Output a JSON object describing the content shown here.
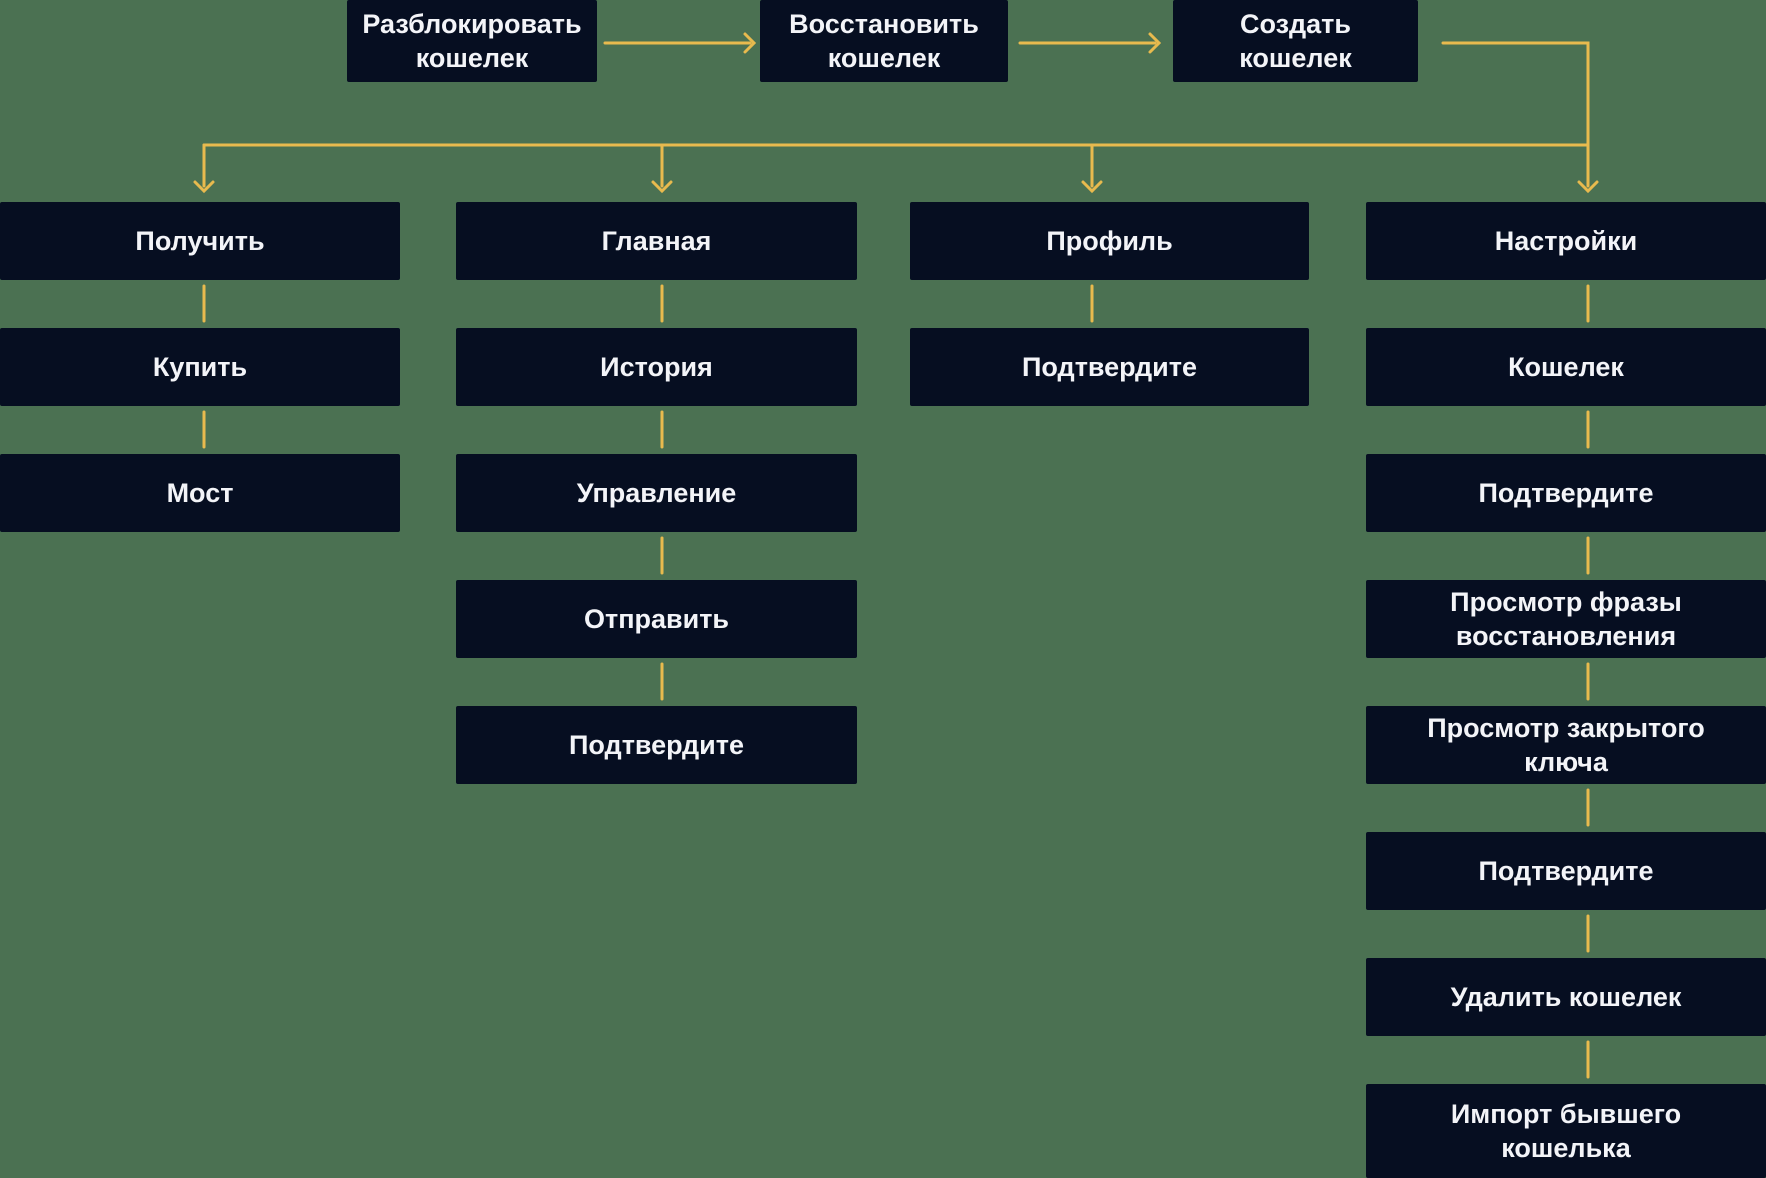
{
  "diagram_title": "wallet-navigation-flow",
  "colors": {
    "background": "#4b7152",
    "node_bg": "#060e21",
    "node_text": "#f3f4f8",
    "connector": "#e8ba4e"
  },
  "top_flow": {
    "nodes": [
      {
        "id": "unlock-wallet",
        "label": "Разблокировать\nкошелек"
      },
      {
        "id": "restore-wallet",
        "label": "Восстановить\nкошелек"
      },
      {
        "id": "create-wallet",
        "label": "Создать\nкошелек"
      }
    ]
  },
  "columns": [
    {
      "id": "receive",
      "nodes": [
        {
          "label": "Получить"
        },
        {
          "label": "Купить"
        },
        {
          "label": "Мост"
        }
      ]
    },
    {
      "id": "main",
      "nodes": [
        {
          "label": "Главная"
        },
        {
          "label": "История"
        },
        {
          "label": "Управление"
        },
        {
          "label": "Отправить"
        },
        {
          "label": "Подтвердите"
        }
      ]
    },
    {
      "id": "profile",
      "nodes": [
        {
          "label": "Профиль"
        },
        {
          "label": "Подтвердите"
        }
      ]
    },
    {
      "id": "settings",
      "nodes": [
        {
          "label": "Настройки"
        },
        {
          "label": "Кошелек"
        },
        {
          "label": "Подтвердите"
        },
        {
          "label": "Просмотр фразы\nвосстановления"
        },
        {
          "label": "Просмотр закрытого\nключа"
        },
        {
          "label": "Подтвердите"
        },
        {
          "label": "Удалить кошелек"
        },
        {
          "label": "Импорт бывшего\nкошелька"
        }
      ]
    }
  ]
}
